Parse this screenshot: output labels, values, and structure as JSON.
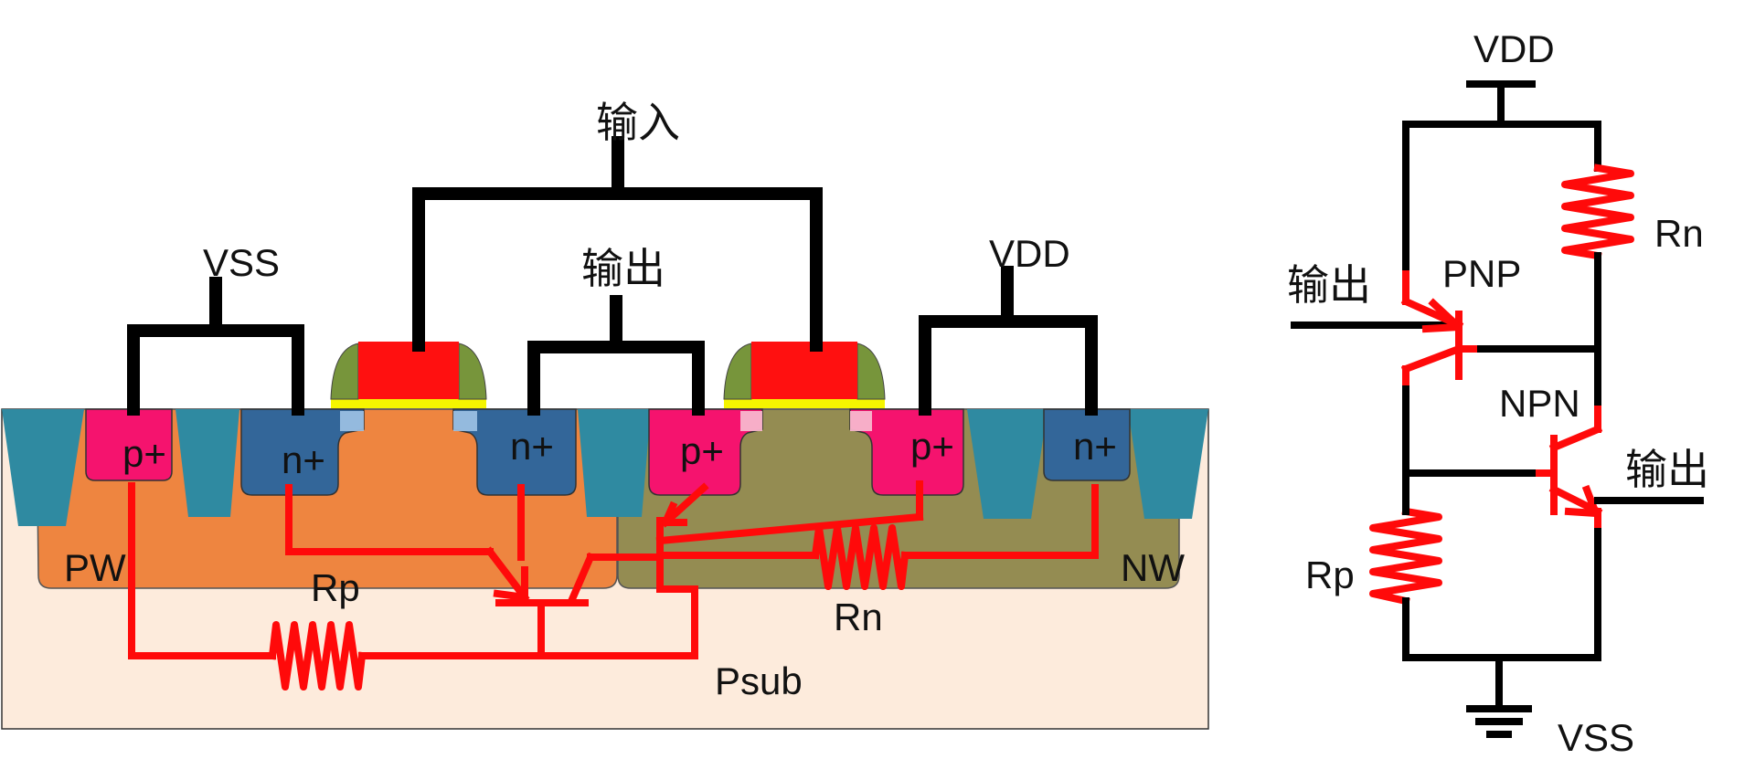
{
  "cross_section": {
    "terminals": {
      "input": "输入",
      "output": "输出",
      "vss": "VSS",
      "vdd": "VDD"
    },
    "diffusions": {
      "p_plus_left": "p+",
      "n_plus_left": "n+",
      "n_plus_mid": "n+",
      "p_plus_mid": "p+",
      "p_plus_right": "p+",
      "n_plus_right": "n+"
    },
    "wells": {
      "pw": "PW",
      "nw": "NW",
      "psub": "Psub"
    },
    "resistors": {
      "rp": "Rp",
      "rn": "Rn"
    }
  },
  "schematic": {
    "vdd": "VDD",
    "vss": "VSS",
    "rn": "Rn",
    "rp": "Rp",
    "pnp": "PNP",
    "npn": "NPN",
    "output_left": "输出",
    "output_right": "输出"
  },
  "colors": {
    "p_plus": "#f5136e",
    "n_plus": "#336699",
    "p_well": "#ee8540",
    "n_well": "#948c52",
    "substrate": "#fdebdc",
    "sti": "#2f8aa1",
    "poly_gate": "#ff1010",
    "spacer": "#77953b",
    "gate_oxide": "#f5f500",
    "metal": "#000000",
    "parasitic": "#ff0a0a"
  }
}
